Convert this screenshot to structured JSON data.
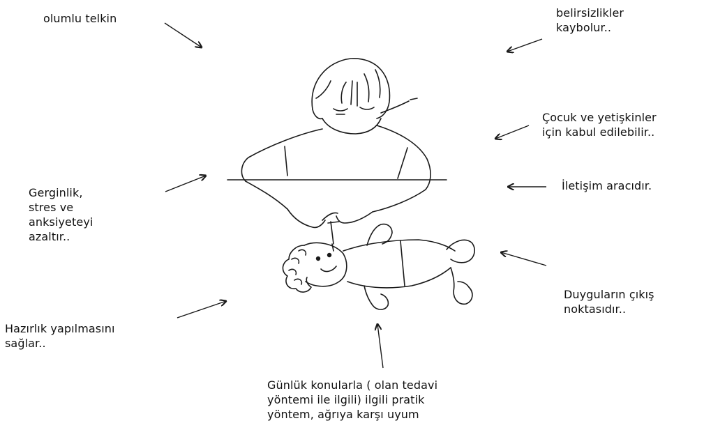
{
  "labels": {
    "positive_suggestion": "olumlu telkin",
    "uncertainties": "belirsizlikler\nkaybolur..",
    "acceptable": "Çocuk ve yetişkinler\niçin kabul edilebilir..",
    "communication": "İletişim aracıdır.",
    "tension": "Gerginlik,\nstres ve\nanksiyeteyi\nazaltır..",
    "emotions": "Duyguların çıkış\nnoktasıdır..",
    "preparation": "Hazırlık yapılmasını\nsağlar..",
    "daily_topics": "Günlük konularla ( olan tedavi\nyöntemi ile ilgili) ilgili pratik\nyöntem, ağrıya karşı uyum"
  },
  "colors": {
    "ink": "#1a1a1a",
    "background": "#ffffff"
  },
  "icons": {
    "illustration": "child-giving-injection-to-doll"
  }
}
